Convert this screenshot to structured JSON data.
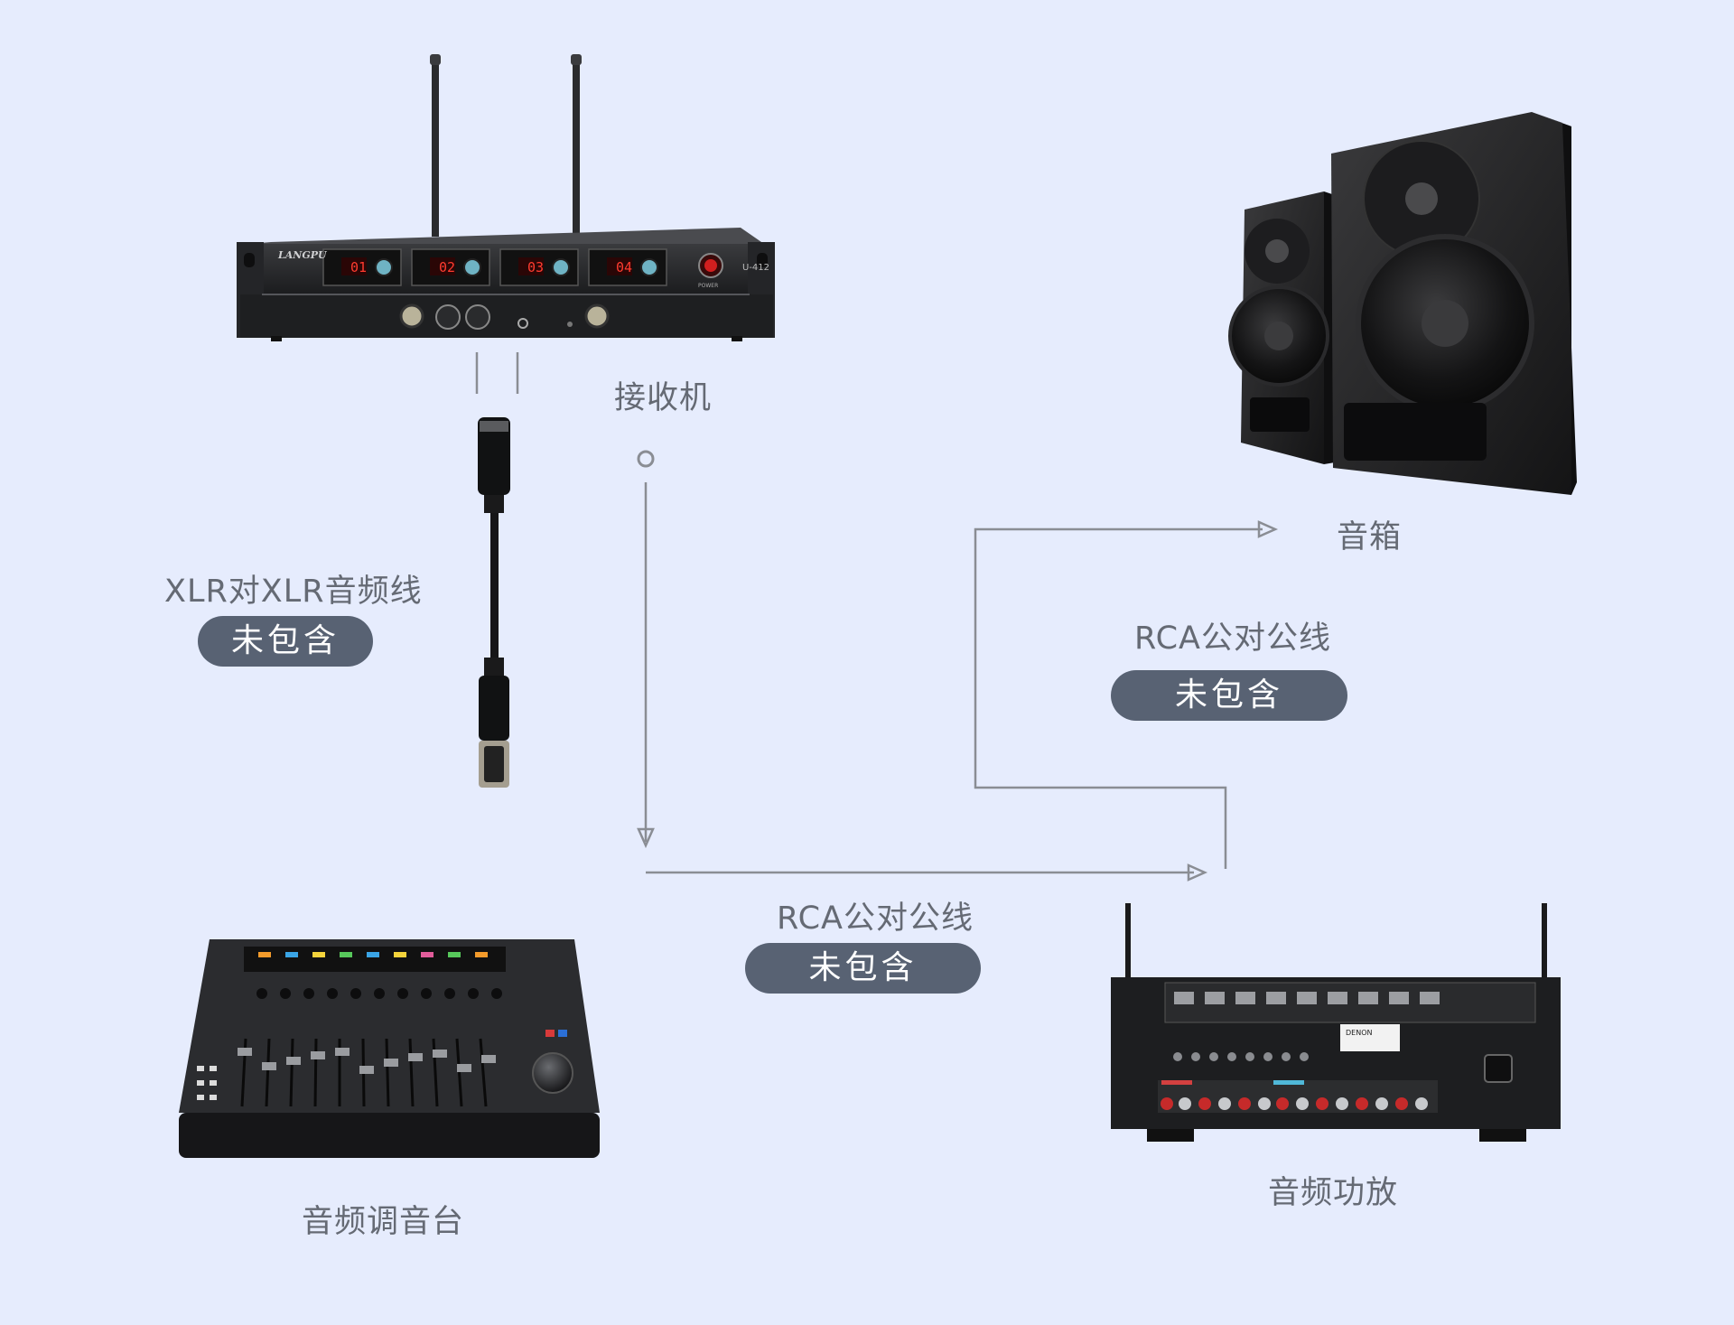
{
  "receiver": {
    "label": "接收机",
    "brand": "LANGPU",
    "model": "U-412",
    "channels": [
      "01",
      "02",
      "03",
      "04"
    ],
    "power_label": "POWER"
  },
  "xlr_cable": {
    "label": "XLR对XLR音频线",
    "badge": "未包含"
  },
  "rca_cable_upper": {
    "label": "RCA公对公线",
    "badge": "未包含"
  },
  "rca_cable_lower": {
    "label": "RCA公对公线",
    "badge": "未包含"
  },
  "speakers": {
    "label": "音箱"
  },
  "mixer": {
    "label": "音频调音台"
  },
  "amplifier": {
    "label": "音频功放",
    "brand": "DENON"
  },
  "colors": {
    "background": "#e6ecfd",
    "badge": "#586273",
    "connector_line": "#8a8d94",
    "label_text": "#656a74"
  }
}
